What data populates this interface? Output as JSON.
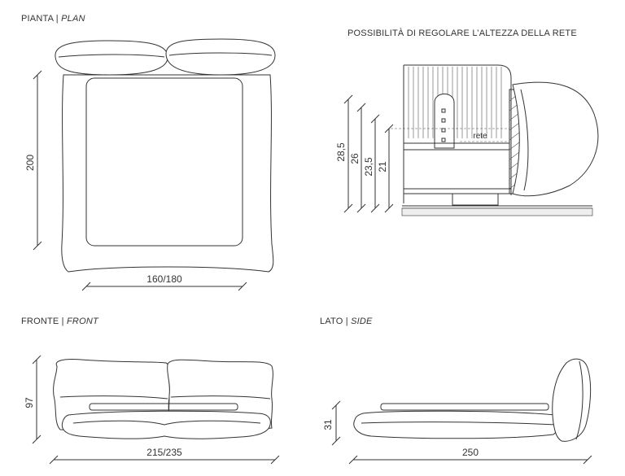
{
  "plan": {
    "title_main": "PIANTA |",
    "title_italic": "PLAN",
    "dim_length": "200",
    "dim_width": "160/180"
  },
  "adjust": {
    "title": "POSSIBILITÀ DI REGOLARE L’ALTEZZA DELLA RETE",
    "dims": [
      "28,5",
      "26",
      "23,5",
      "21"
    ],
    "label_rete": "rete"
  },
  "front": {
    "title_main": "FRONTE |",
    "title_italic": "FRONT",
    "dim_height": "97",
    "dim_width": "215/235"
  },
  "side": {
    "title_main": "LATO |",
    "title_italic": "SIDE",
    "dim_height": "31",
    "dim_length": "250"
  }
}
